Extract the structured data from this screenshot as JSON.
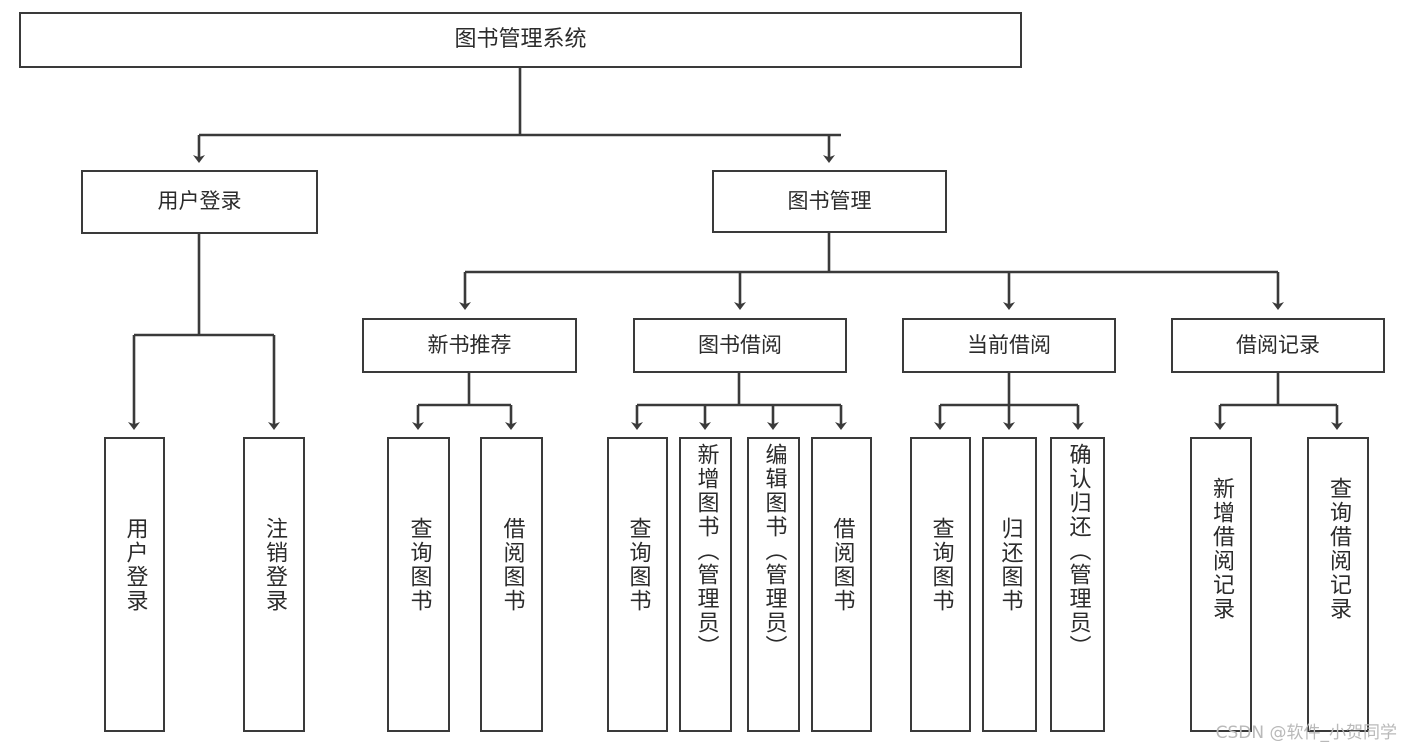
{
  "diagram": {
    "title": "图书管理系统",
    "watermark": "CSDN @软件_小贺同学",
    "colors": {
      "stroke": "#3a3a3a",
      "text": "#2b2b2b",
      "background": "#ffffff",
      "watermark": "#b9b9b9"
    },
    "level1": {
      "root": "图书管理系统"
    },
    "level2": [
      {
        "label": "用户登录"
      },
      {
        "label": "图书管理"
      }
    ],
    "level3": [
      {
        "label": "新书推荐"
      },
      {
        "label": "图书借阅"
      },
      {
        "label": "当前借阅"
      },
      {
        "label": "借阅记录"
      }
    ],
    "leaves": {
      "user_login": [
        {
          "label": "用户登录"
        },
        {
          "label": "注销登录"
        }
      ],
      "new_book": [
        {
          "label": "查询图书"
        },
        {
          "label": "借阅图书"
        }
      ],
      "book_borrow": [
        {
          "label": "查询图书"
        },
        {
          "label": "新增图书（管理员）"
        },
        {
          "label": "编辑图书（管理员）"
        },
        {
          "label": "借阅图书"
        }
      ],
      "current_borrow": [
        {
          "label": "查询图书"
        },
        {
          "label": "归还图书"
        },
        {
          "label": "确认归还（管理员）"
        }
      ],
      "borrow_record": [
        {
          "label": "新增借阅记录"
        },
        {
          "label": "查询借阅记录"
        }
      ]
    }
  }
}
